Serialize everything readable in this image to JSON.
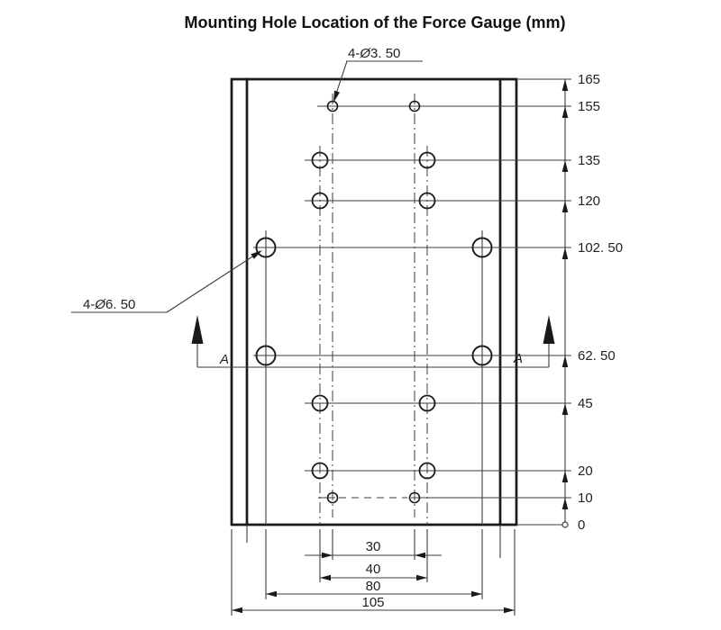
{
  "title": "Mounting Hole Location of the Force Gauge (mm)",
  "unit": "mm",
  "callouts": {
    "small": {
      "prefix": "4-",
      "symbol": "Ø",
      "value": "3. 50"
    },
    "large": {
      "prefix": "4-",
      "symbol": "Ø",
      "value": "6. 50"
    }
  },
  "dims_vertical": [
    "165",
    "155",
    "135",
    "120",
    "102. 50",
    "62. 50",
    "45",
    "20",
    "10",
    "0"
  ],
  "dims_horizontal": [
    "30",
    "40",
    "80",
    "105"
  ],
  "section": {
    "left": "A",
    "right": "A"
  },
  "drawing": {
    "type": "dimensioned-technical-drawing",
    "vertical_scale_mm": [
      165,
      155,
      135,
      120,
      102.5,
      62.5,
      45,
      20,
      10,
      0
    ],
    "horizontal_spans_mm": [
      30,
      40,
      80,
      105
    ],
    "hole_groups": [
      {
        "callout": "4-Ø3. 50",
        "count": 4,
        "diameter_mm": 3.5,
        "rows_mm": [
          155,
          10
        ],
        "column_spacing_mm": 30
      },
      {
        "callout": "4-Ø6. 50",
        "count": 4,
        "diameter_mm": 6.5,
        "rows_mm": [
          102.5,
          62.5
        ],
        "column_spacing_mm": 80
      },
      {
        "callout": "",
        "count": 8,
        "rows_mm": [
          135,
          120,
          45,
          20
        ],
        "column_spacing_mm": 40
      }
    ]
  },
  "colors": {
    "background": "#ffffff",
    "line": "#1a1a1a",
    "thin_line": "#3d3d3d",
    "text": "#1a1a1a"
  }
}
